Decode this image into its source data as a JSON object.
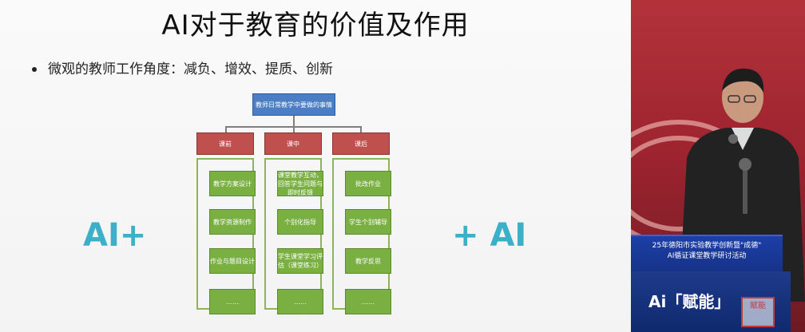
{
  "slide": {
    "title": "AI对于教育的价值及作用",
    "bullet": "微观的教师工作角度：减负、增效、提质、创新",
    "ai_left": "AI+",
    "ai_right": "+ AI"
  },
  "chart": {
    "root": "教师日常教学中要做的事情",
    "columns": [
      {
        "header": "课前",
        "items": [
          "教学方案设计",
          "教学资源制作",
          "作业与题目设计",
          "……"
        ]
      },
      {
        "header": "课中",
        "items": [
          "课堂教学互动，回答学生问题与即时反馈",
          "个别化指导",
          "学生课堂学习评估（课堂练习）",
          "……"
        ]
      },
      {
        "header": "课后",
        "items": [
          "批改作业",
          "学生个别辅导",
          "教学反思",
          "……"
        ]
      }
    ]
  },
  "camera": {
    "banner_line1": "25年德阳市实验教学创新暨\"成德\"",
    "banner_line2": "AI循证课堂教学研讨活动",
    "podium_text": "Ai「赋能」",
    "stamp_text": "赋能"
  }
}
